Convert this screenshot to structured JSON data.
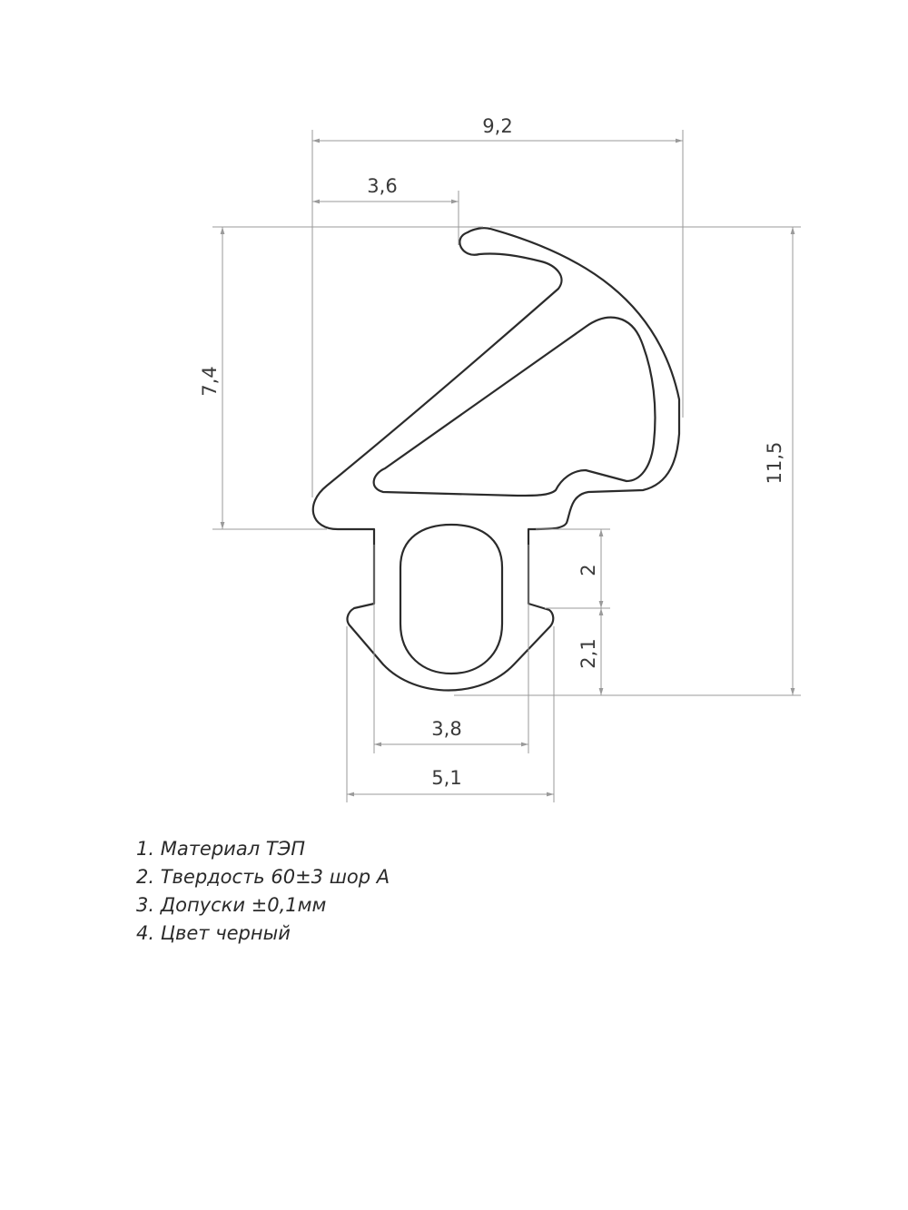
{
  "drawing": {
    "dimensions": {
      "total_width": "9,2",
      "lip_offset": "3,6",
      "upper_height": "7,4",
      "total_height": "11,5",
      "stem_height": "2",
      "foot_height": "2,1",
      "stem_width": "3,8",
      "foot_width": "5,1"
    }
  },
  "notes": [
    "1. Материал ТЭП",
    "2. Твердость 60±3 шор А",
    "3. Допуски ±0,1мм",
    "4. Цвет черный"
  ],
  "colors": {
    "outline": "#2b2b2b",
    "dimension": "#8a8a8a",
    "text": "#3a3a3a"
  }
}
